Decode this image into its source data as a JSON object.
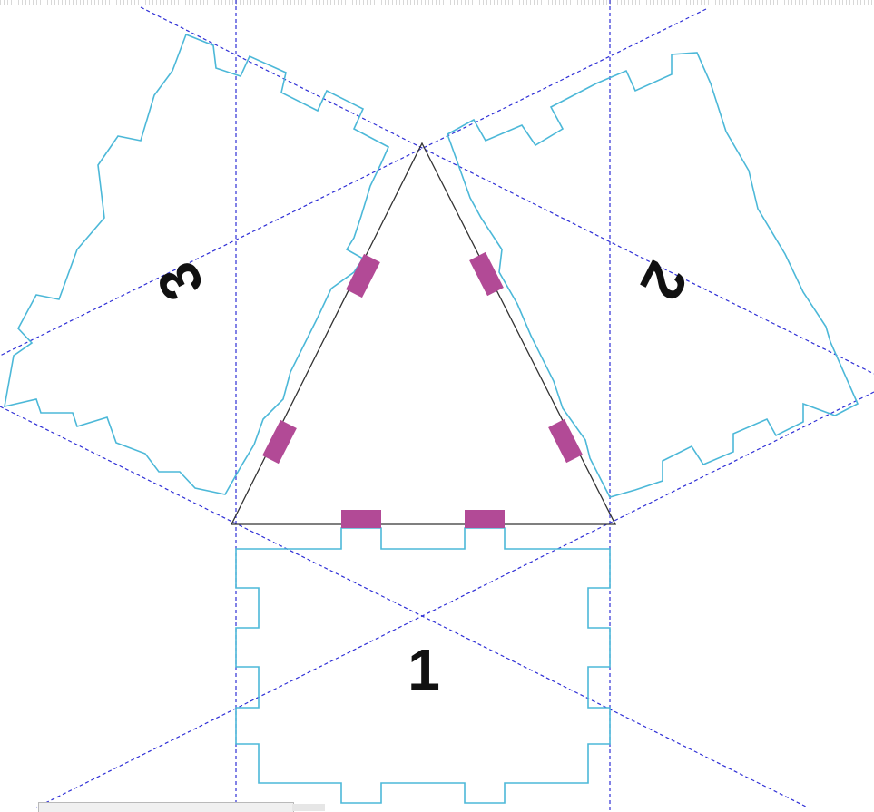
{
  "panels": [
    {
      "id": "bottom",
      "label": "1"
    },
    {
      "id": "right",
      "label": "2"
    },
    {
      "id": "left",
      "label": "3"
    }
  ],
  "colors": {
    "guide": "#2f2fd6",
    "cut_line": "#4cb8d8",
    "triangle_outline": "#333333",
    "slot_fill": "#b24a96",
    "background": "#ffffff"
  }
}
